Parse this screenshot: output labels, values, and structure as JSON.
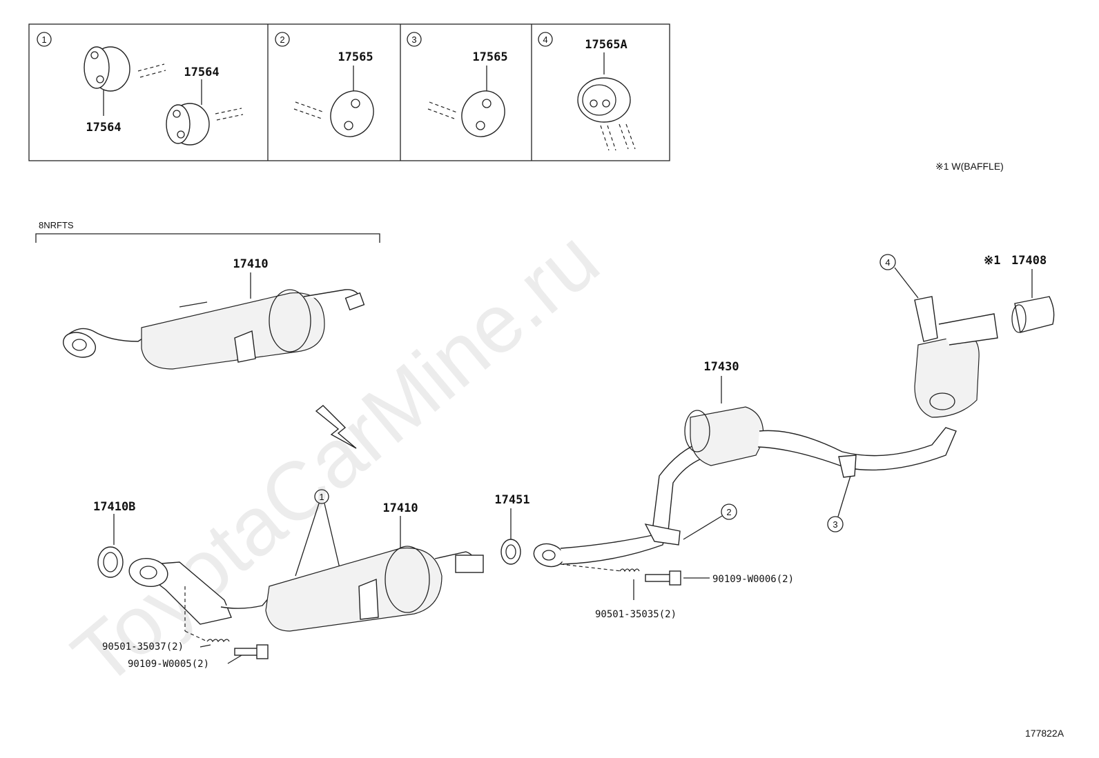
{
  "watermark": "ToyotaCarMine.ru",
  "diagram_code": "177822A",
  "baffle_note": "※1 W(BAFFLE)",
  "variant_label": "8NRFTS",
  "insets": [
    {
      "marker": "1",
      "parts": [
        "17564",
        "17564"
      ]
    },
    {
      "marker": "2",
      "parts": [
        "17565"
      ]
    },
    {
      "marker": "3",
      "parts": [
        "17565"
      ]
    },
    {
      "marker": "4",
      "parts": [
        "17565A"
      ]
    }
  ],
  "parts": {
    "converter_upper": "17410",
    "converter_lower": "17410",
    "gasket_front": "17410B",
    "gasket_mid": "17451",
    "center_pipe": "17430",
    "tail_tip_mark": "※1",
    "tail_tip": "17408",
    "bolt_front": "90109-W0005(2)",
    "spring_front": "90501-35037(2)",
    "bolt_mid": "90109-W0006(2)",
    "spring_mid": "90501-35035(2)"
  },
  "callouts": {
    "c1": "1",
    "c2": "2",
    "c3": "3",
    "c4": "4"
  }
}
